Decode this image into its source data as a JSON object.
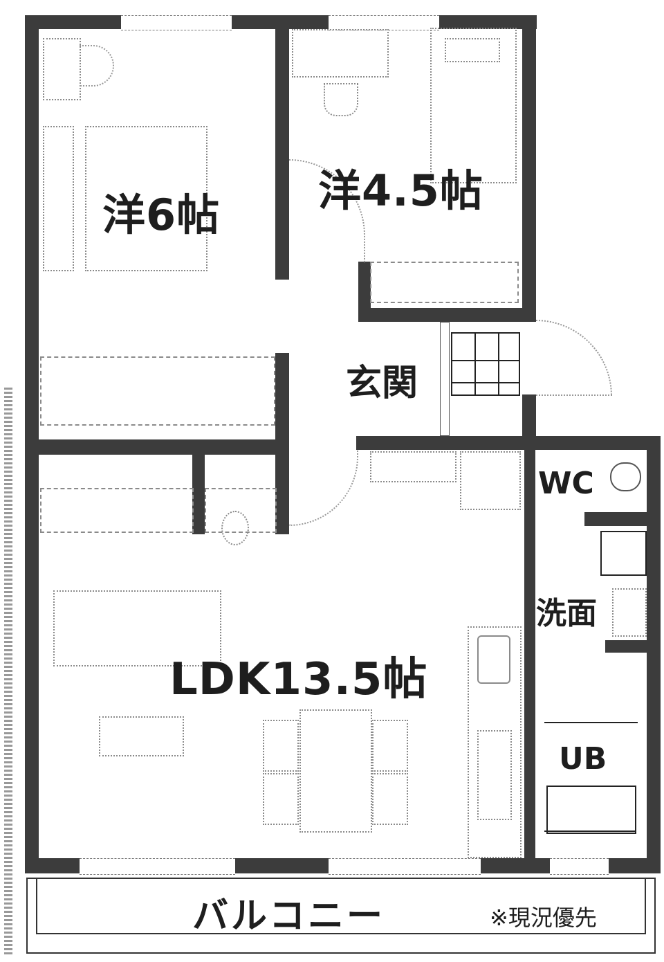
{
  "floor_plan": {
    "rooms": [
      {
        "id": "western-room-6",
        "label": "洋6帖",
        "type": "bedroom",
        "size_jou": 6
      },
      {
        "id": "western-room-4-5",
        "label": "洋4.5帖",
        "type": "bedroom",
        "size_jou": 4.5
      },
      {
        "id": "entrance",
        "label": "玄関",
        "type": "entrance"
      },
      {
        "id": "toilet",
        "label": "WC",
        "type": "toilet"
      },
      {
        "id": "washroom",
        "label": "洗面",
        "type": "washroom"
      },
      {
        "id": "unit-bath",
        "label": "UB",
        "type": "bathroom"
      },
      {
        "id": "ldk",
        "label": "LDK13.5帖",
        "type": "living-dining-kitchen",
        "size_jou": 13.5
      },
      {
        "id": "balcony",
        "label": "バルコニー",
        "type": "balcony"
      }
    ],
    "note": "※現況優先",
    "colors": {
      "wall": "#3c3c3c",
      "background": "#ffffff",
      "text": "#1e1e1e",
      "furniture": "#8a8a8a"
    }
  }
}
